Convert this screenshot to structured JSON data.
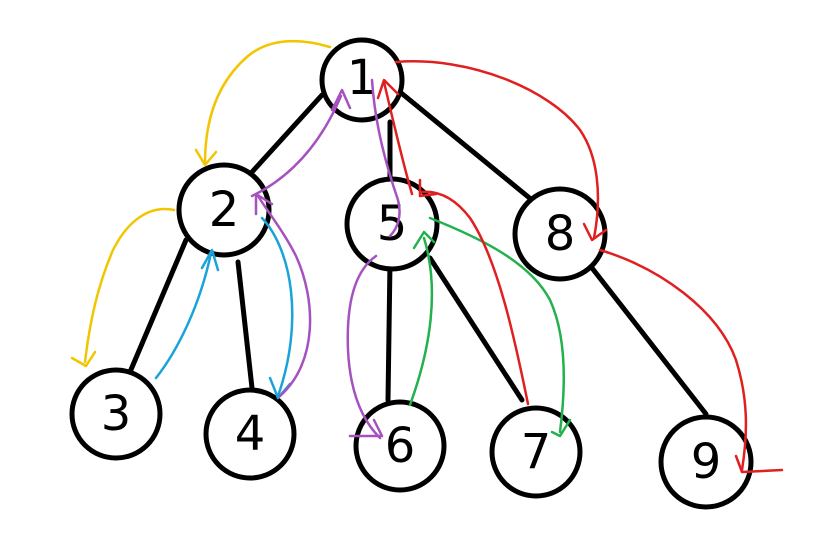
{
  "colors": {
    "node_stroke": "#000000",
    "edge": "#000000",
    "yellow": "#f2c500",
    "blue": "#1aa3d9",
    "purple": "#a552c0",
    "green": "#22b14c",
    "red": "#e02020"
  },
  "nodes": [
    {
      "id": "1",
      "label": "1"
    },
    {
      "id": "2",
      "label": "2"
    },
    {
      "id": "5",
      "label": "5"
    },
    {
      "id": "8",
      "label": "8"
    },
    {
      "id": "3",
      "label": "3"
    },
    {
      "id": "4",
      "label": "4"
    },
    {
      "id": "6",
      "label": "6"
    },
    {
      "id": "7",
      "label": "7"
    },
    {
      "id": "9",
      "label": "9"
    }
  ],
  "edges": [
    [
      "1",
      "2"
    ],
    [
      "1",
      "5"
    ],
    [
      "1",
      "8"
    ],
    [
      "2",
      "3"
    ],
    [
      "2",
      "4"
    ],
    [
      "5",
      "6"
    ],
    [
      "5",
      "7"
    ],
    [
      "8",
      "9"
    ]
  ]
}
